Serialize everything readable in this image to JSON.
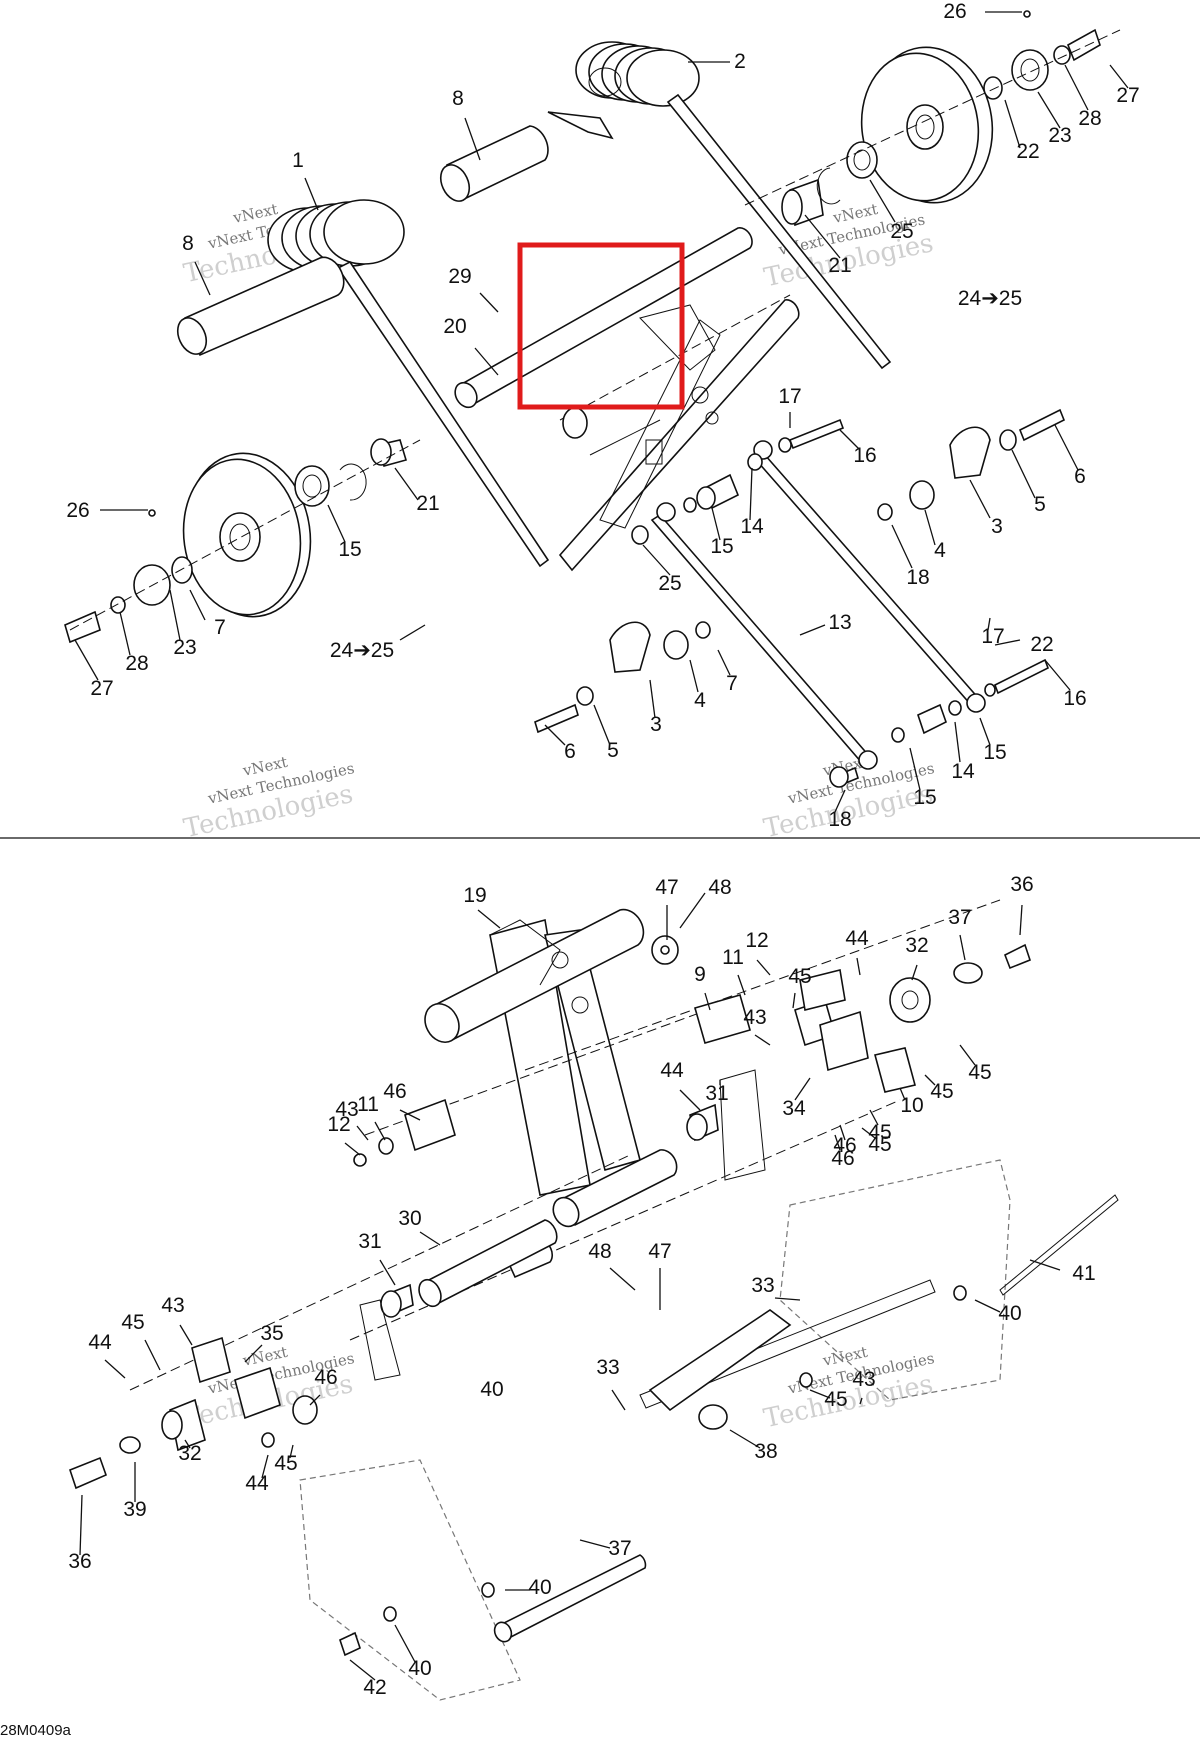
{
  "diagram": {
    "drawing_code": "28M0409a",
    "watermark": {
      "line1": "vNext",
      "line2": "vNext Technologies",
      "line3": "Technologies"
    },
    "highlight_color": "#e01b1b",
    "upper_callouts": [
      "26",
      "2",
      "27",
      "8",
      "22",
      "23",
      "28",
      "1",
      "25",
      "21",
      "8",
      "24➔25",
      "29",
      "20",
      "17",
      "16",
      "6",
      "5",
      "26",
      "21",
      "3",
      "15",
      "14",
      "4",
      "15",
      "25",
      "18",
      "7",
      "22",
      "27",
      "23",
      "28",
      "13",
      "24➔25",
      "7",
      "17",
      "4",
      "16",
      "3",
      "6",
      "5",
      "14",
      "15",
      "15",
      "18"
    ],
    "lower_callouts": [
      "19",
      "47",
      "48",
      "37",
      "36",
      "12",
      "44",
      "32",
      "11",
      "45",
      "9",
      "43",
      "45",
      "44",
      "31",
      "46",
      "10",
      "43",
      "45",
      "11",
      "34",
      "12",
      "45",
      "46",
      "30",
      "41",
      "31",
      "46",
      "45",
      "48",
      "47",
      "33",
      "40",
      "43",
      "35",
      "44",
      "45",
      "33",
      "43",
      "46",
      "40",
      "45",
      "38",
      "32",
      "44",
      "45",
      "37",
      "39",
      "36",
      "40",
      "40",
      "42"
    ]
  }
}
